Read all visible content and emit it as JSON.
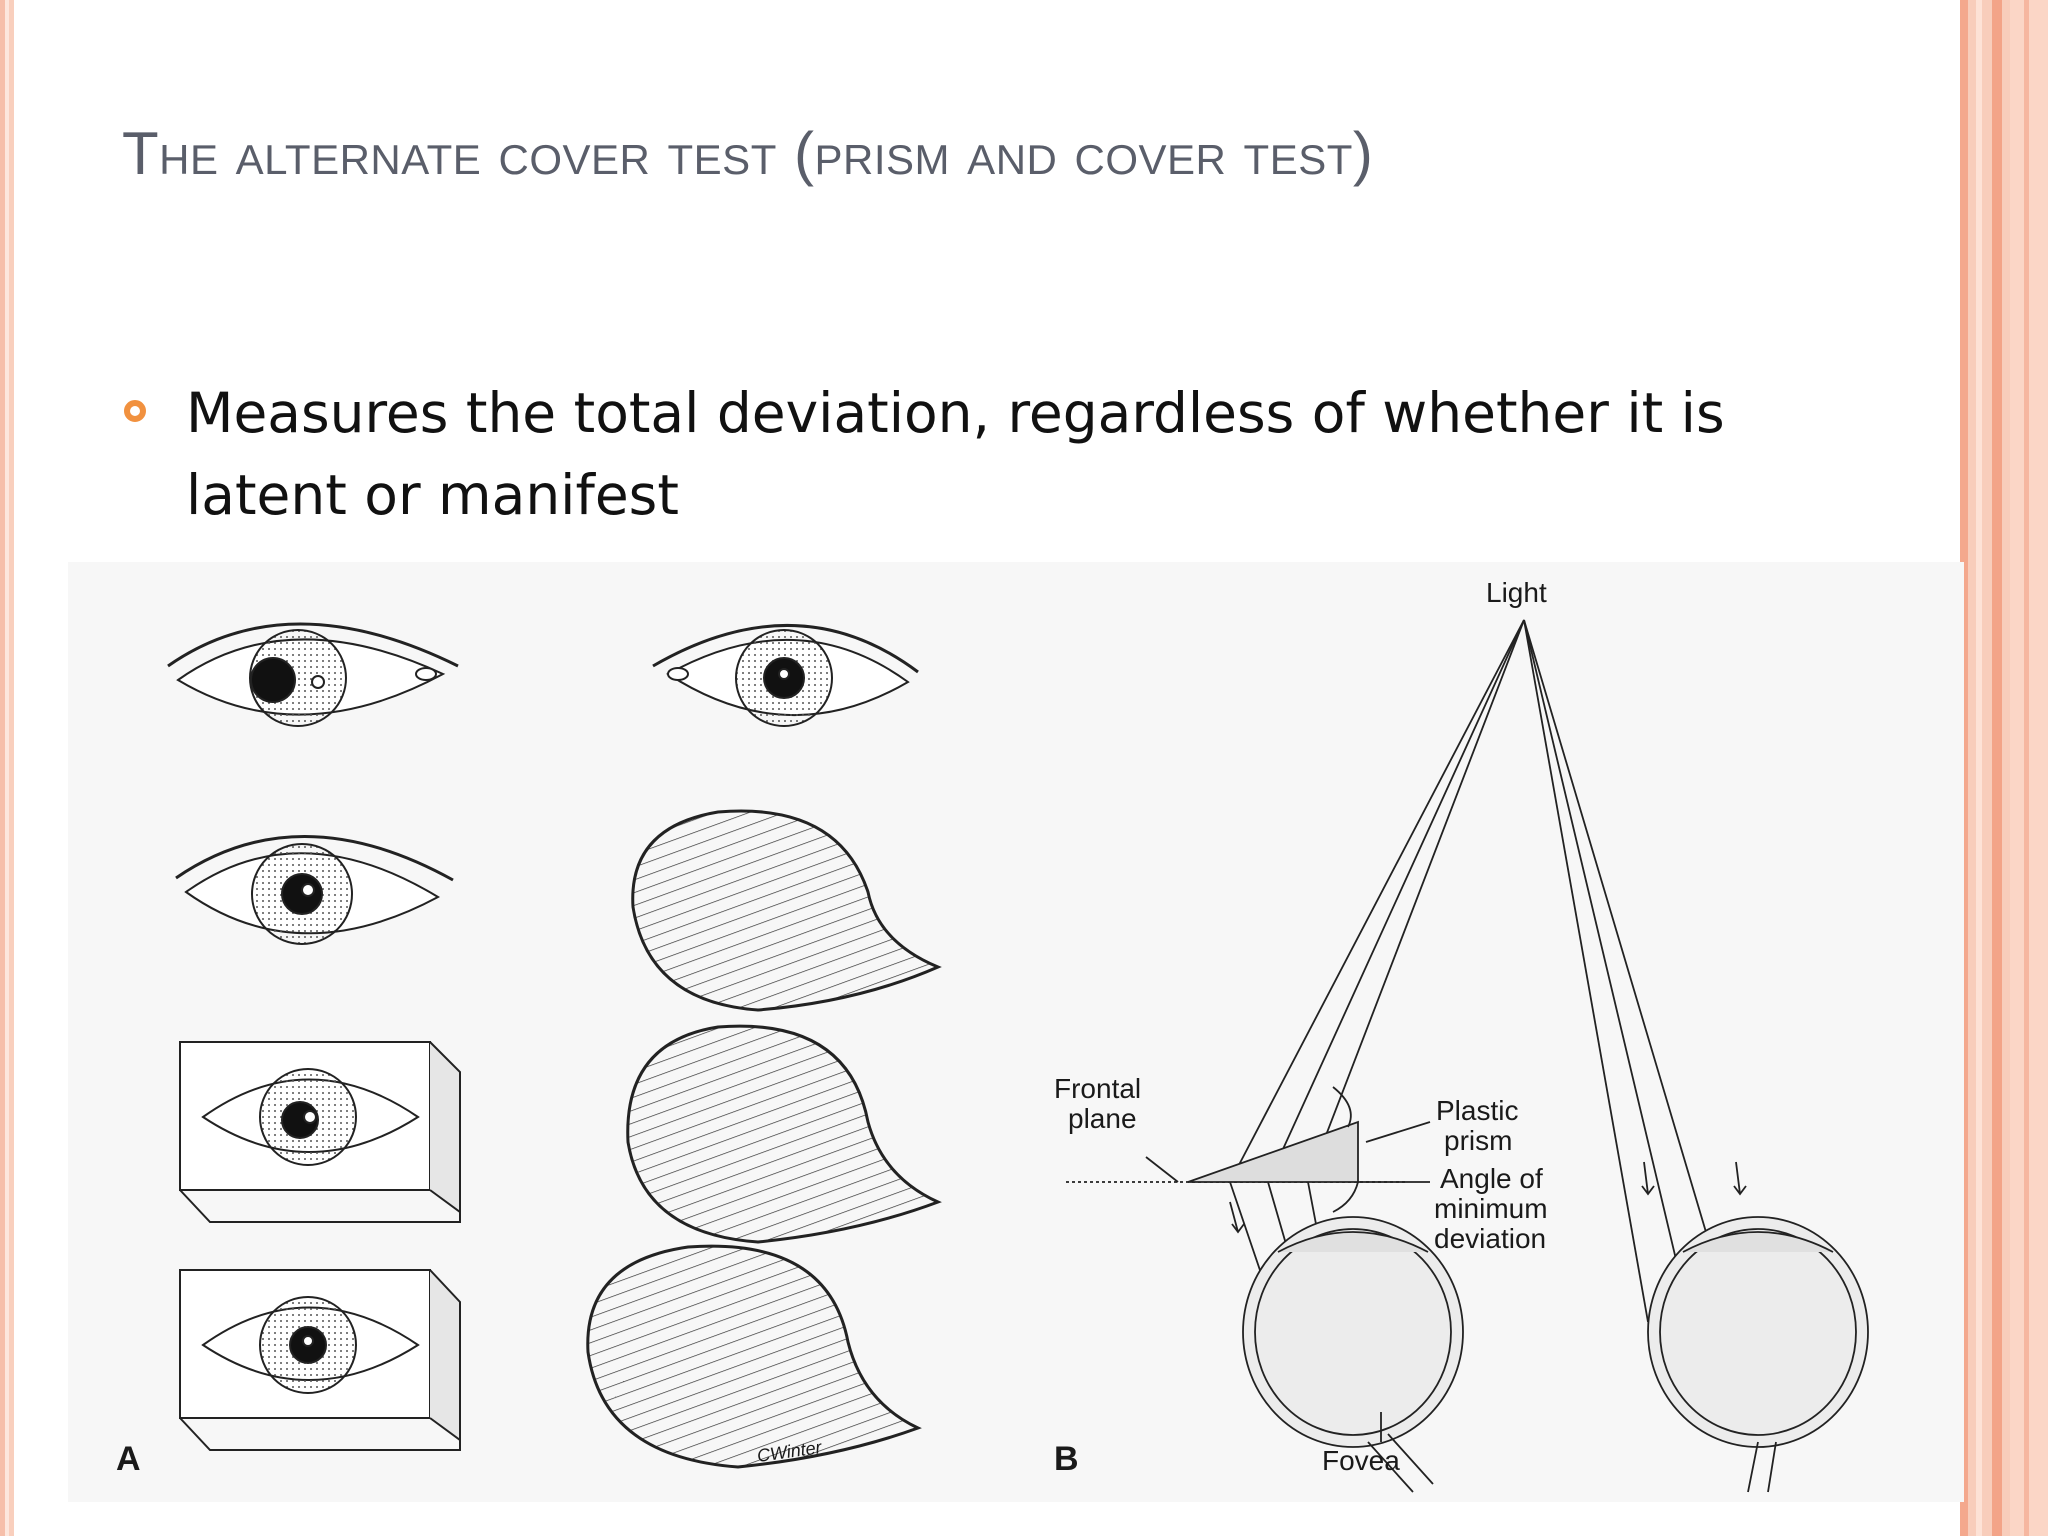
{
  "slide": {
    "title": "The alternate cover test (prism and cover test)",
    "bullets": [
      "Measures the total deviation, regardless of whether it is latent or manifest"
    ]
  },
  "figure": {
    "panel_a_label": "A",
    "panel_b_label": "B",
    "labels": {
      "light": "Light",
      "frontal_plane_line1": "Frontal",
      "frontal_plane_line2": "plane",
      "plastic_prism_line1": "Plastic",
      "plastic_prism_line2": "prism",
      "angle_line1": "Angle of",
      "angle_line2": "minimum",
      "angle_line3": "deviation",
      "fovea": "Fovea"
    },
    "signature": "CWinter"
  },
  "colors": {
    "title": "#5a5e6a",
    "bullet_marker": "#f1913f",
    "border_accent": "#f4a88d"
  }
}
